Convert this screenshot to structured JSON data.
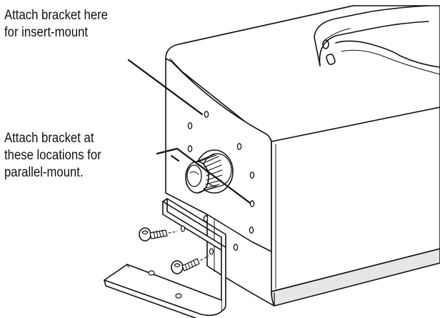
{
  "callouts": {
    "insert_mount": {
      "line1": "Attach bracket here",
      "line2": "for insert-mount"
    },
    "parallel_mount": {
      "line1": "Attach bracket at",
      "line2": "these locations for",
      "line3": "parallel-mount."
    }
  },
  "colors": {
    "line": "#111111",
    "background": "#ffffff",
    "shade": "#e6e6e6"
  }
}
